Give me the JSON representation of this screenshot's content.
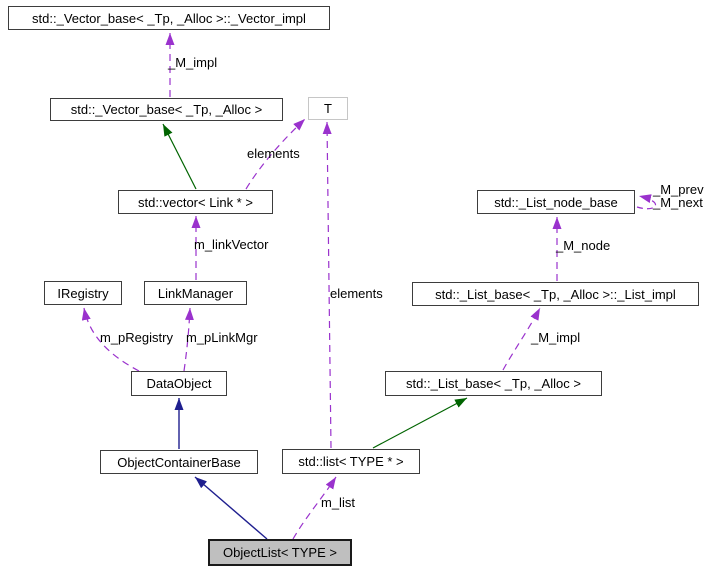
{
  "diagram": {
    "kind": "collaboration-graph",
    "focus_node": "ObjectList< TYPE >",
    "colors": {
      "inheritance_public": "#1f1f8f",
      "inheritance_protected": "#006400",
      "usage_dashed": "#9a32cd",
      "node_border": "#3d3d3d",
      "external_node_border": "#c6c6c6",
      "focus_node_fill": "#bfbfbf",
      "background": "#ffffff"
    },
    "nodes": [
      {
        "id": "vector_impl",
        "label": "std::_Vector_base< _Tp, _Alloc >::_Vector_impl"
      },
      {
        "id": "vector_base",
        "label": "std::_Vector_base< _Tp, _Alloc >"
      },
      {
        "id": "t",
        "label": "T"
      },
      {
        "id": "vector_link",
        "label": "std::vector< Link * >"
      },
      {
        "id": "list_node_base",
        "label": "std::_List_node_base"
      },
      {
        "id": "iregistry",
        "label": "IRegistry"
      },
      {
        "id": "linkmanager",
        "label": "LinkManager"
      },
      {
        "id": "list_impl",
        "label": "std::_List_base< _Tp, _Alloc >::_List_impl"
      },
      {
        "id": "dataobject",
        "label": "DataObject"
      },
      {
        "id": "list_base",
        "label": "std::_List_base< _Tp, _Alloc >"
      },
      {
        "id": "objectcontainerbase",
        "label": "ObjectContainerBase"
      },
      {
        "id": "std_list",
        "label": "std::list< TYPE * >"
      },
      {
        "id": "objectlist",
        "label": "ObjectList< TYPE >"
      }
    ],
    "edges": [
      {
        "from": "vector_base",
        "to": "vector_impl",
        "relation": "usage",
        "label": "_M_impl"
      },
      {
        "from": "vector_link",
        "to": "vector_base",
        "relation": "inheritance-protected",
        "label": ""
      },
      {
        "from": "vector_link",
        "to": "t",
        "relation": "usage",
        "label": "elements"
      },
      {
        "from": "linkmanager",
        "to": "vector_link",
        "relation": "usage",
        "label": "m_linkVector"
      },
      {
        "from": "dataobject",
        "to": "iregistry",
        "relation": "usage",
        "label": "m_pRegistry"
      },
      {
        "from": "dataobject",
        "to": "linkmanager",
        "relation": "usage",
        "label": "m_pLinkMgr"
      },
      {
        "from": "objectcontainerbase",
        "to": "dataobject",
        "relation": "inheritance-public",
        "label": ""
      },
      {
        "from": "std_list",
        "to": "t",
        "relation": "usage",
        "label": "elements"
      },
      {
        "from": "std_list",
        "to": "list_base",
        "relation": "inheritance-protected",
        "label": ""
      },
      {
        "from": "list_base",
        "to": "list_impl",
        "relation": "usage",
        "label": "_M_impl"
      },
      {
        "from": "list_impl",
        "to": "list_node_base",
        "relation": "usage",
        "label": "_M_node"
      },
      {
        "from": "list_node_base",
        "to": "list_node_base",
        "relation": "usage",
        "labels": [
          "_M_prev",
          "_M_next"
        ]
      },
      {
        "from": "objectlist",
        "to": "objectcontainerbase",
        "relation": "inheritance-public",
        "label": ""
      },
      {
        "from": "objectlist",
        "to": "std_list",
        "relation": "usage",
        "label": "m_list"
      }
    ]
  }
}
